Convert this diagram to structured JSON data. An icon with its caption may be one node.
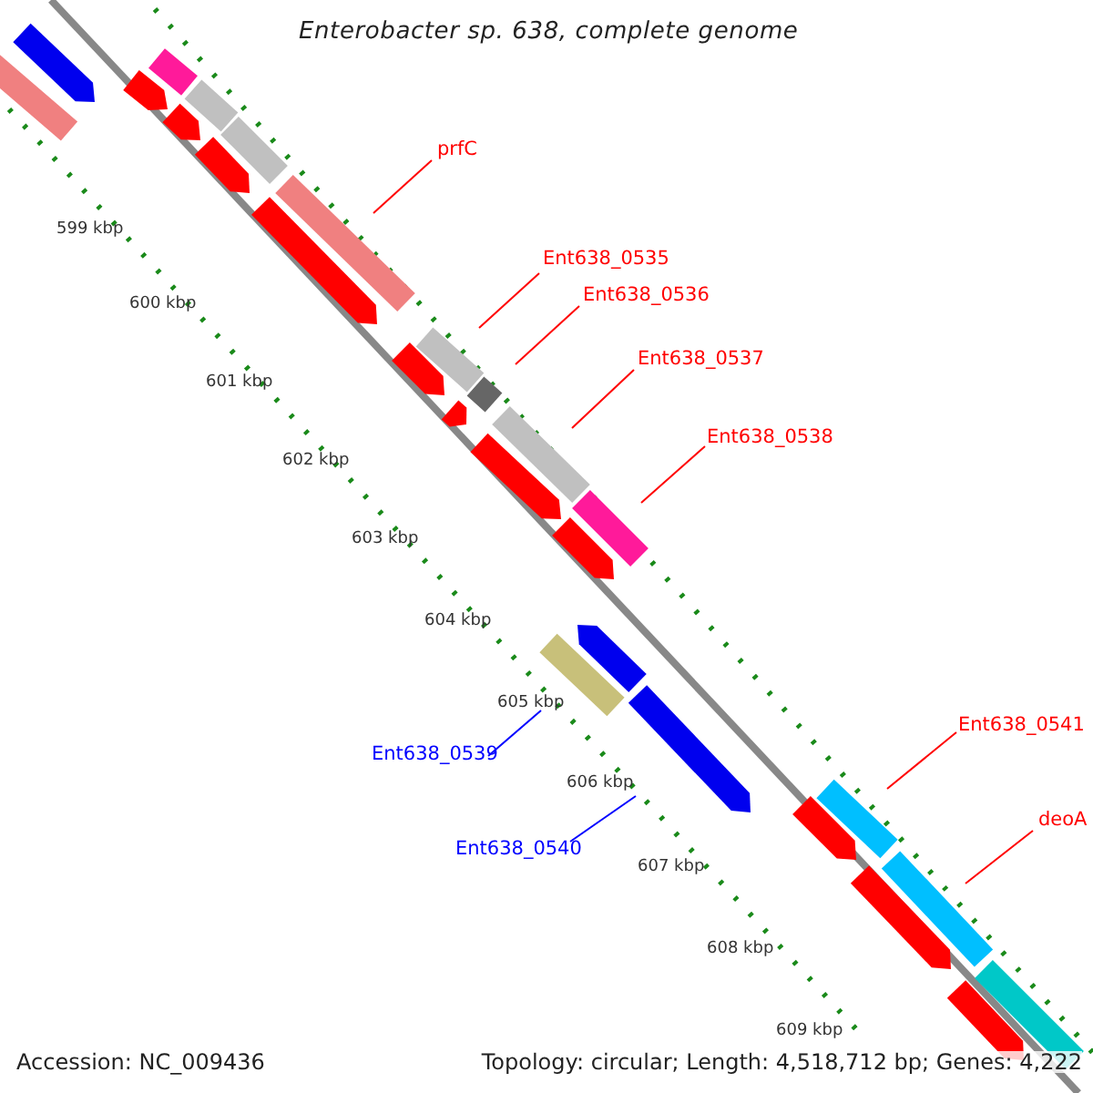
{
  "diagram": {
    "title": "Enterobacter sp. 638, complete genome",
    "nodes": [
      {
        "text": [
          "prfC"
        ]
      },
      {
        "text": [
          "Ent638_0535"
        ]
      },
      {
        "text": [
          "Ent638_0536"
        ]
      },
      {
        "text": [
          "Ent638_0537"
        ]
      },
      {
        "text": [
          "Ent638_0538"
        ]
      },
      {
        "text": [
          "Ent638_0539"
        ]
      },
      {
        "text": [
          "Ent638_0540"
        ]
      },
      {
        "text": [
          "Ent638_0541"
        ]
      },
      {
        "text": [
          "deoA"
        ]
      },
      {
        "text": [],
        "shape": "bar"
      },
      {
        "text": [],
        "shape": "bar"
      },
      {
        "text": [],
        "shape": "bar"
      },
      {
        "text": [],
        "shape": "bar"
      },
      {
        "text": [],
        "shape": "bar"
      },
      {
        "text": [],
        "shape": "bar"
      },
      {
        "text": [],
        "shape": "bar"
      },
      {
        "text": [],
        "shape": "bar"
      },
      {
        "text": [],
        "shape": "bar"
      }
    ],
    "edges": [
      {
        "from": 0,
        "to": 9,
        "arrow": "none"
      },
      {
        "from": 1,
        "to": 10,
        "arrow": "none"
      },
      {
        "from": 2,
        "to": 11,
        "arrow": "none"
      },
      {
        "from": 3,
        "to": 12,
        "arrow": "none"
      },
      {
        "from": 4,
        "to": 13,
        "arrow": "none"
      },
      {
        "from": 5,
        "to": 14,
        "arrow": "none",
        "color": "#0000ff"
      },
      {
        "from": 6,
        "to": 15,
        "arrow": "none",
        "color": "#0000ff"
      },
      {
        "from": 7,
        "to": 16,
        "arrow": "none"
      },
      {
        "from": 8,
        "to": 17,
        "arrow": "none"
      }
    ],
    "labels": [
      "599 kbp",
      "600 kbp",
      "601 kbp",
      "602 kbp",
      "603 kbp",
      "604 kbp",
      "605 kbp",
      "606 kbp",
      "607 kbp",
      "608 kbp",
      "609 kbp",
      "Accession: NC_009436",
      "Topology: circular; Length: 4,518,712 bp; Genes: 4,222"
    ]
  }
}
